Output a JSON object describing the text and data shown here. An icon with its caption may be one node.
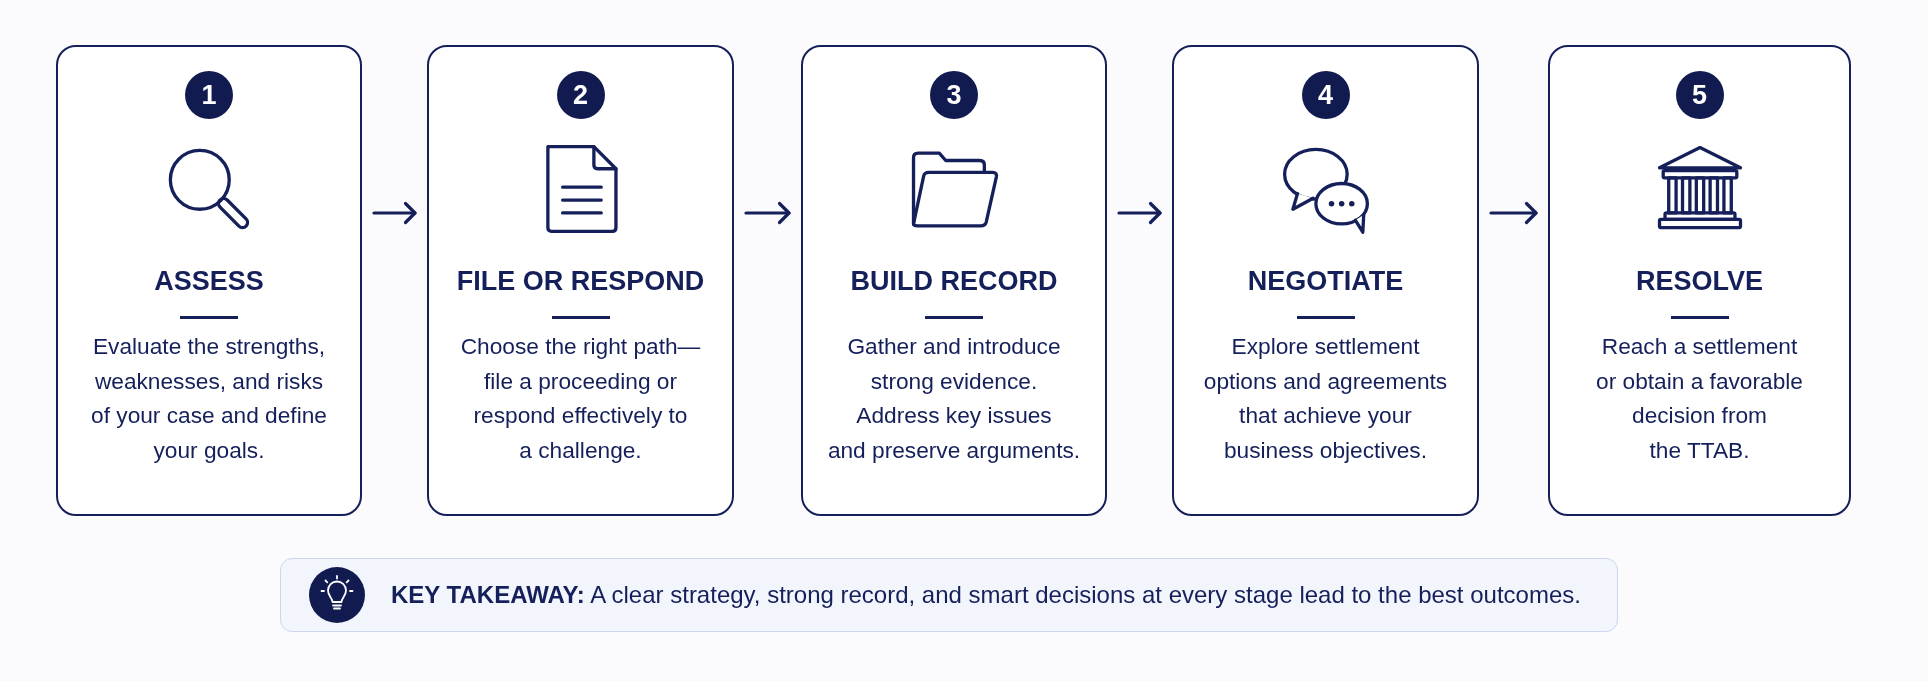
{
  "diagram": {
    "nodes": [
      {
        "text": [
          "ASSESS",
          "Evaluate the strengths, weaknesses, and risks of your case and define your goals."
        ]
      },
      {
        "text": [
          "1"
        ],
        "in": 0
      },
      {
        "text": [
          "FILE OR RESPOND",
          "Choose the right path—file a proceeding or respond effectively to a challenge."
        ]
      },
      {
        "text": [
          "2"
        ],
        "in": 2
      },
      {
        "text": [
          "BUILD RECORD",
          "Gather and introduce strong evidence. Address key issues and preserve arguments."
        ]
      },
      {
        "text": [
          "3"
        ],
        "in": 4
      },
      {
        "text": [
          "NEGOTIATE",
          "Explore settlement options and agreements that achieve your business objectives."
        ]
      },
      {
        "text": [
          "4"
        ],
        "in": 6
      },
      {
        "text": [
          "RESOLVE",
          "Reach a settlement or obtain a favorable decision from the TTAB."
        ]
      },
      {
        "text": [
          "5"
        ],
        "in": 8
      },
      {
        "text": [
          "**KEY TAKEAWAY:** A clear strategy, strong record, and smart decisions at every stage lead to the best outcomes."
        ]
      }
    ],
    "edges": [
      {
        "from": 0,
        "to": 2,
        "arrow": "to"
      },
      {
        "from": 2,
        "to": 4,
        "arrow": "to"
      },
      {
        "from": 4,
        "to": 6,
        "arrow": "to"
      },
      {
        "from": 6,
        "to": 8,
        "arrow": "to"
      }
    ]
  }
}
